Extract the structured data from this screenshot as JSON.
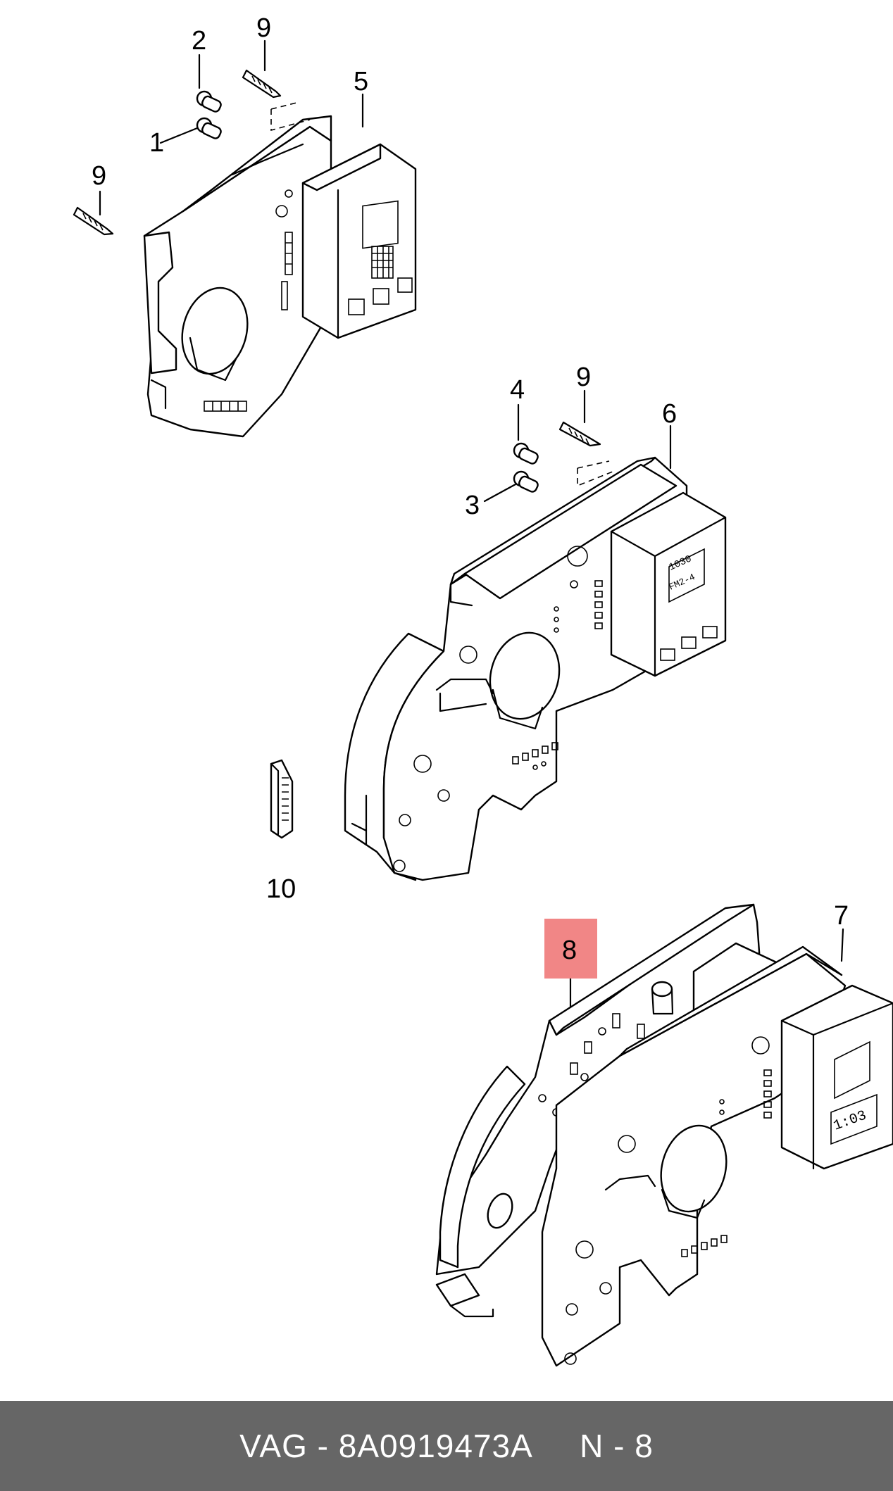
{
  "labels": {
    "p1": "1",
    "p2": "2",
    "p3": "3",
    "p4": "4",
    "p5": "5",
    "p6": "6",
    "p7": "7",
    "p8": "8",
    "p9a": "9",
    "p9b": "9",
    "p9c": "9",
    "p10": "10"
  },
  "display_text": {
    "line1": "1030",
    "line2": "FM2-4",
    "clock": "1:03"
  },
  "highlight": {
    "color": "#f08080"
  },
  "footer": {
    "text": "VAG - 8A0919473A     N - 8",
    "background": "#666666"
  }
}
